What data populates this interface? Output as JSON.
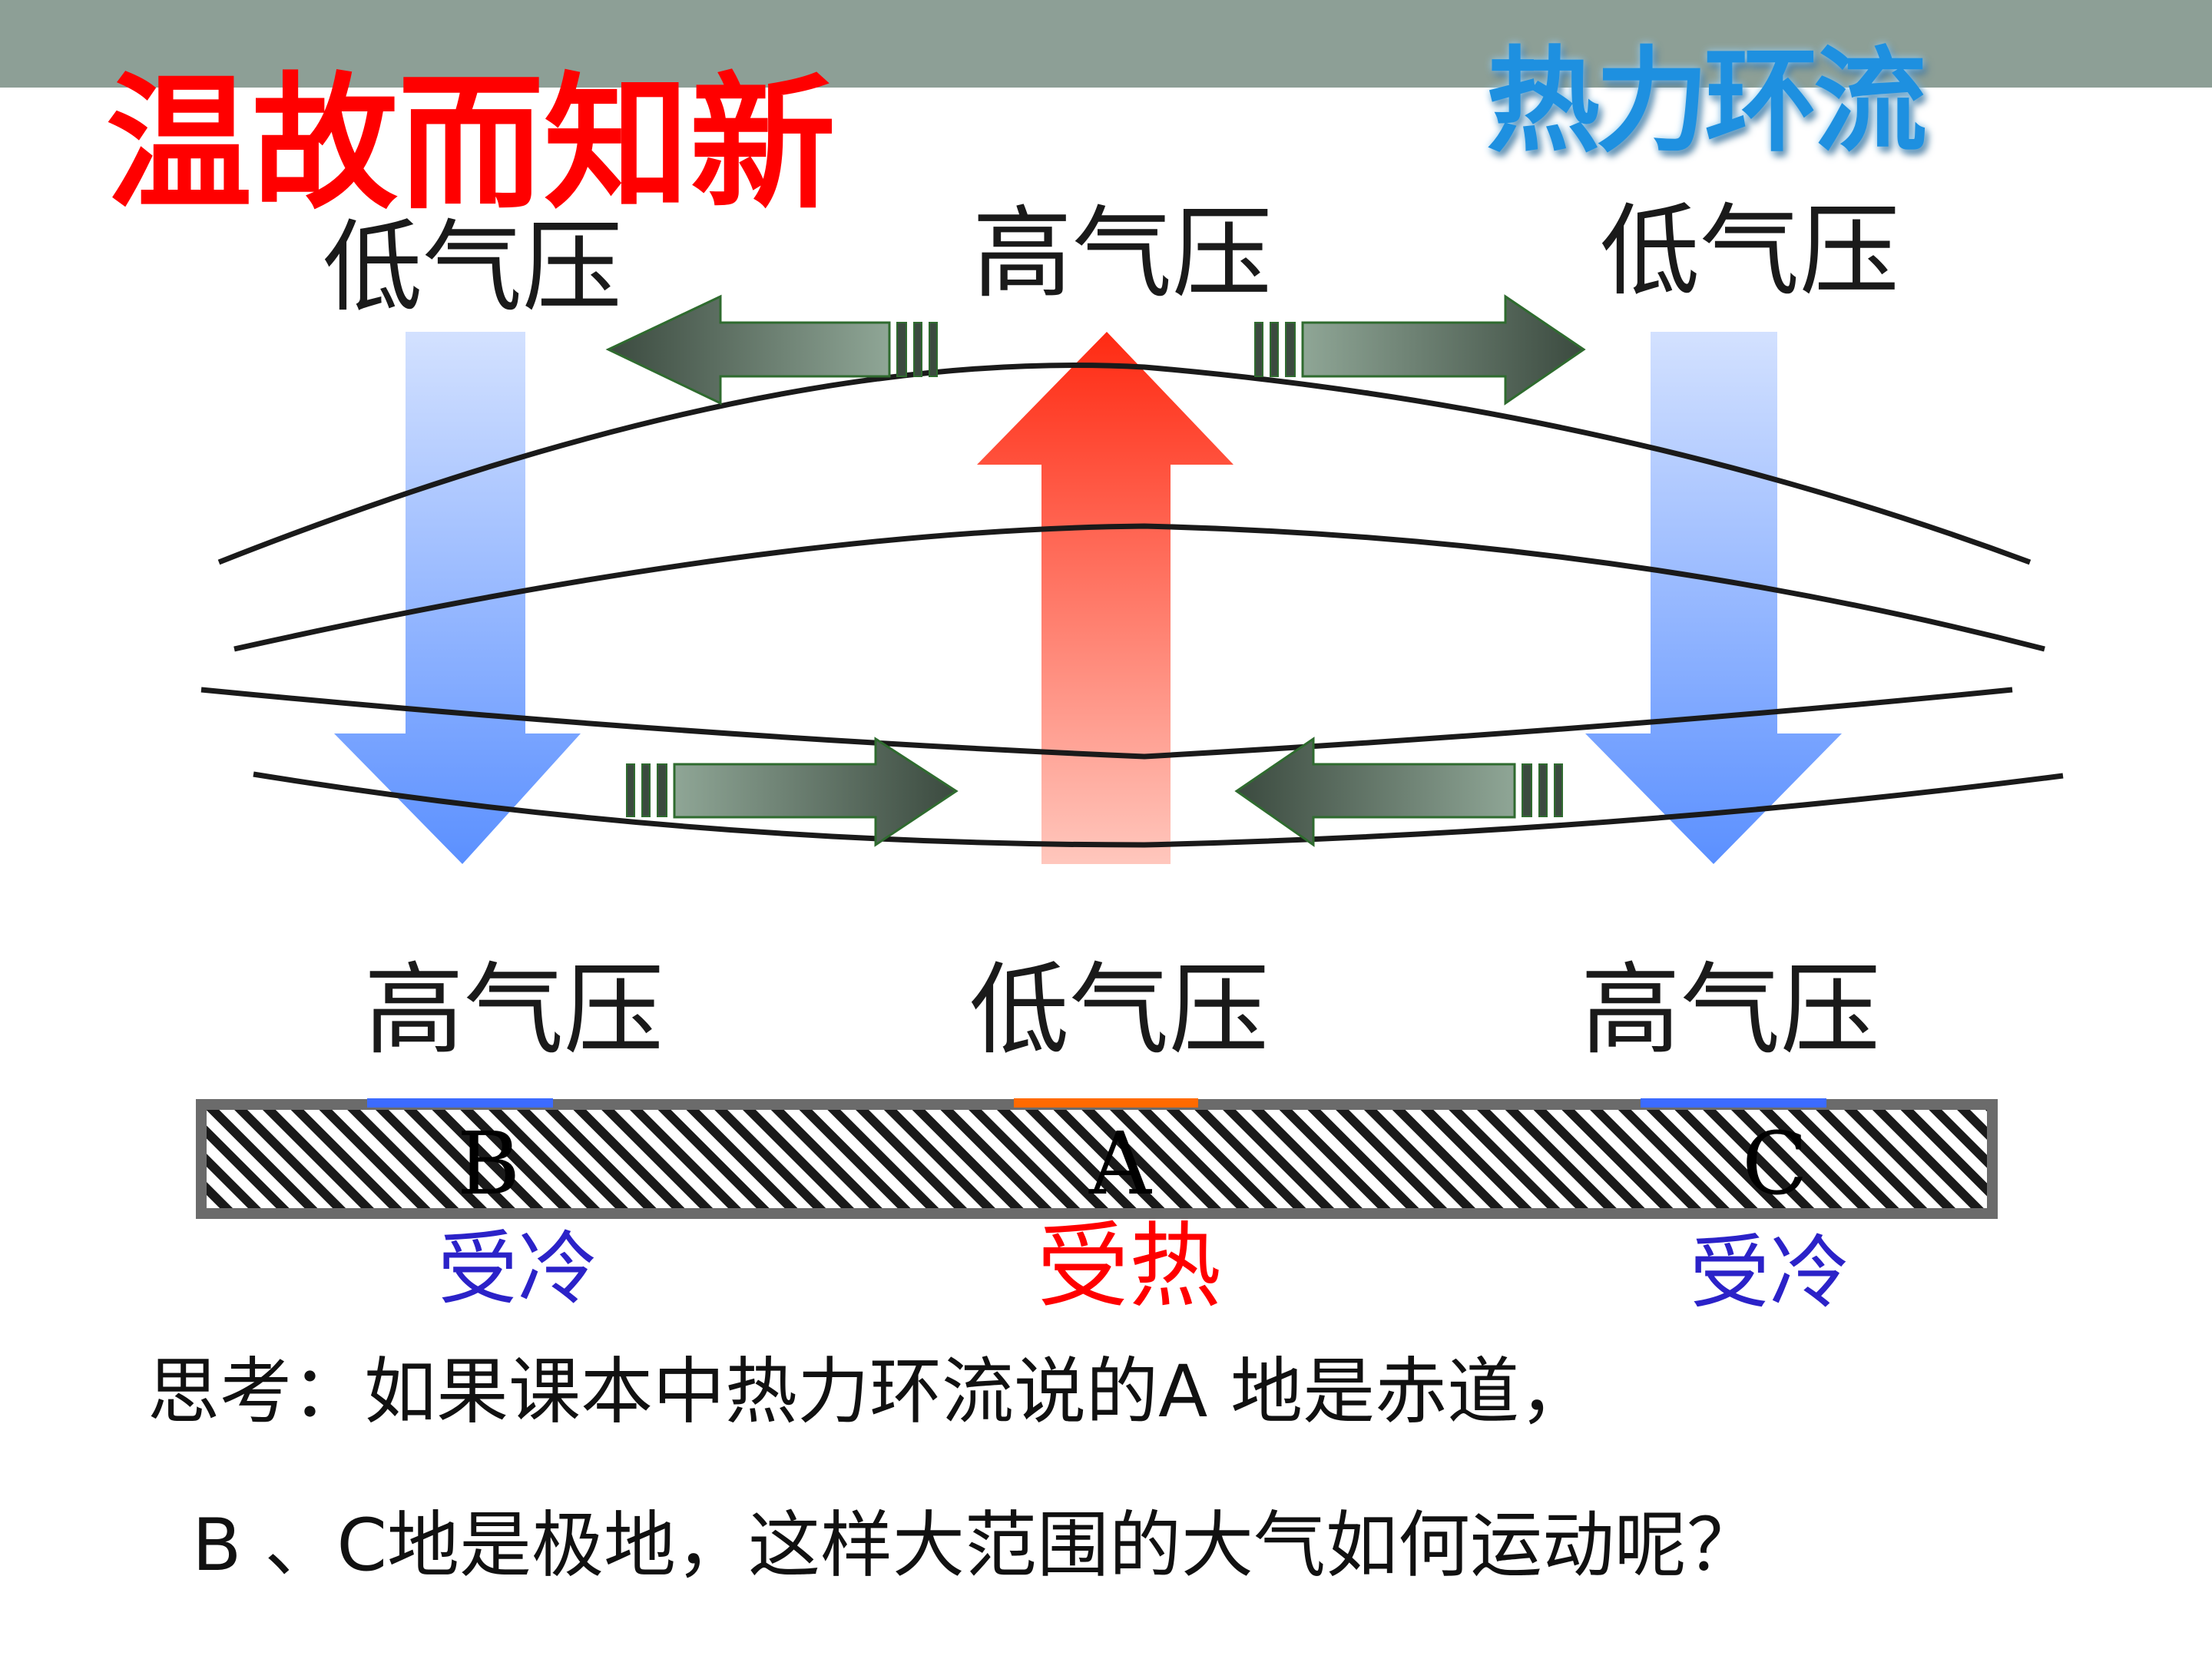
{
  "title": "温故而知新",
  "badge": "热力环流",
  "pressure_labels": {
    "upper_left": "低气压",
    "upper_center": "高气压",
    "upper_right": "低气压",
    "lower_left": "高气压",
    "lower_center": "低气压",
    "lower_right": "高气压"
  },
  "ground": {
    "letters": [
      "B",
      "A",
      "C"
    ],
    "states": [
      "受冷",
      "受热",
      "受冷"
    ]
  },
  "question": {
    "line1": "思考：如果课本中热力环流说的A 地是赤道，",
    "line2": "B 、C地是极地，这样大范围的大气如何运动呢？"
  },
  "colors": {
    "top_bar": "#8d9f96",
    "title": "#ff0000",
    "badge": "#1e90e0",
    "cold_text": "#2b22c8",
    "heat_text": "#ff0000",
    "cold_mark": "#3c6bff",
    "heat_mark": "#ff6a00",
    "up_arrow": "#ff3b1f",
    "down_arrow": "#5b90ff",
    "horizontal_arrow": "#6b7f70"
  }
}
